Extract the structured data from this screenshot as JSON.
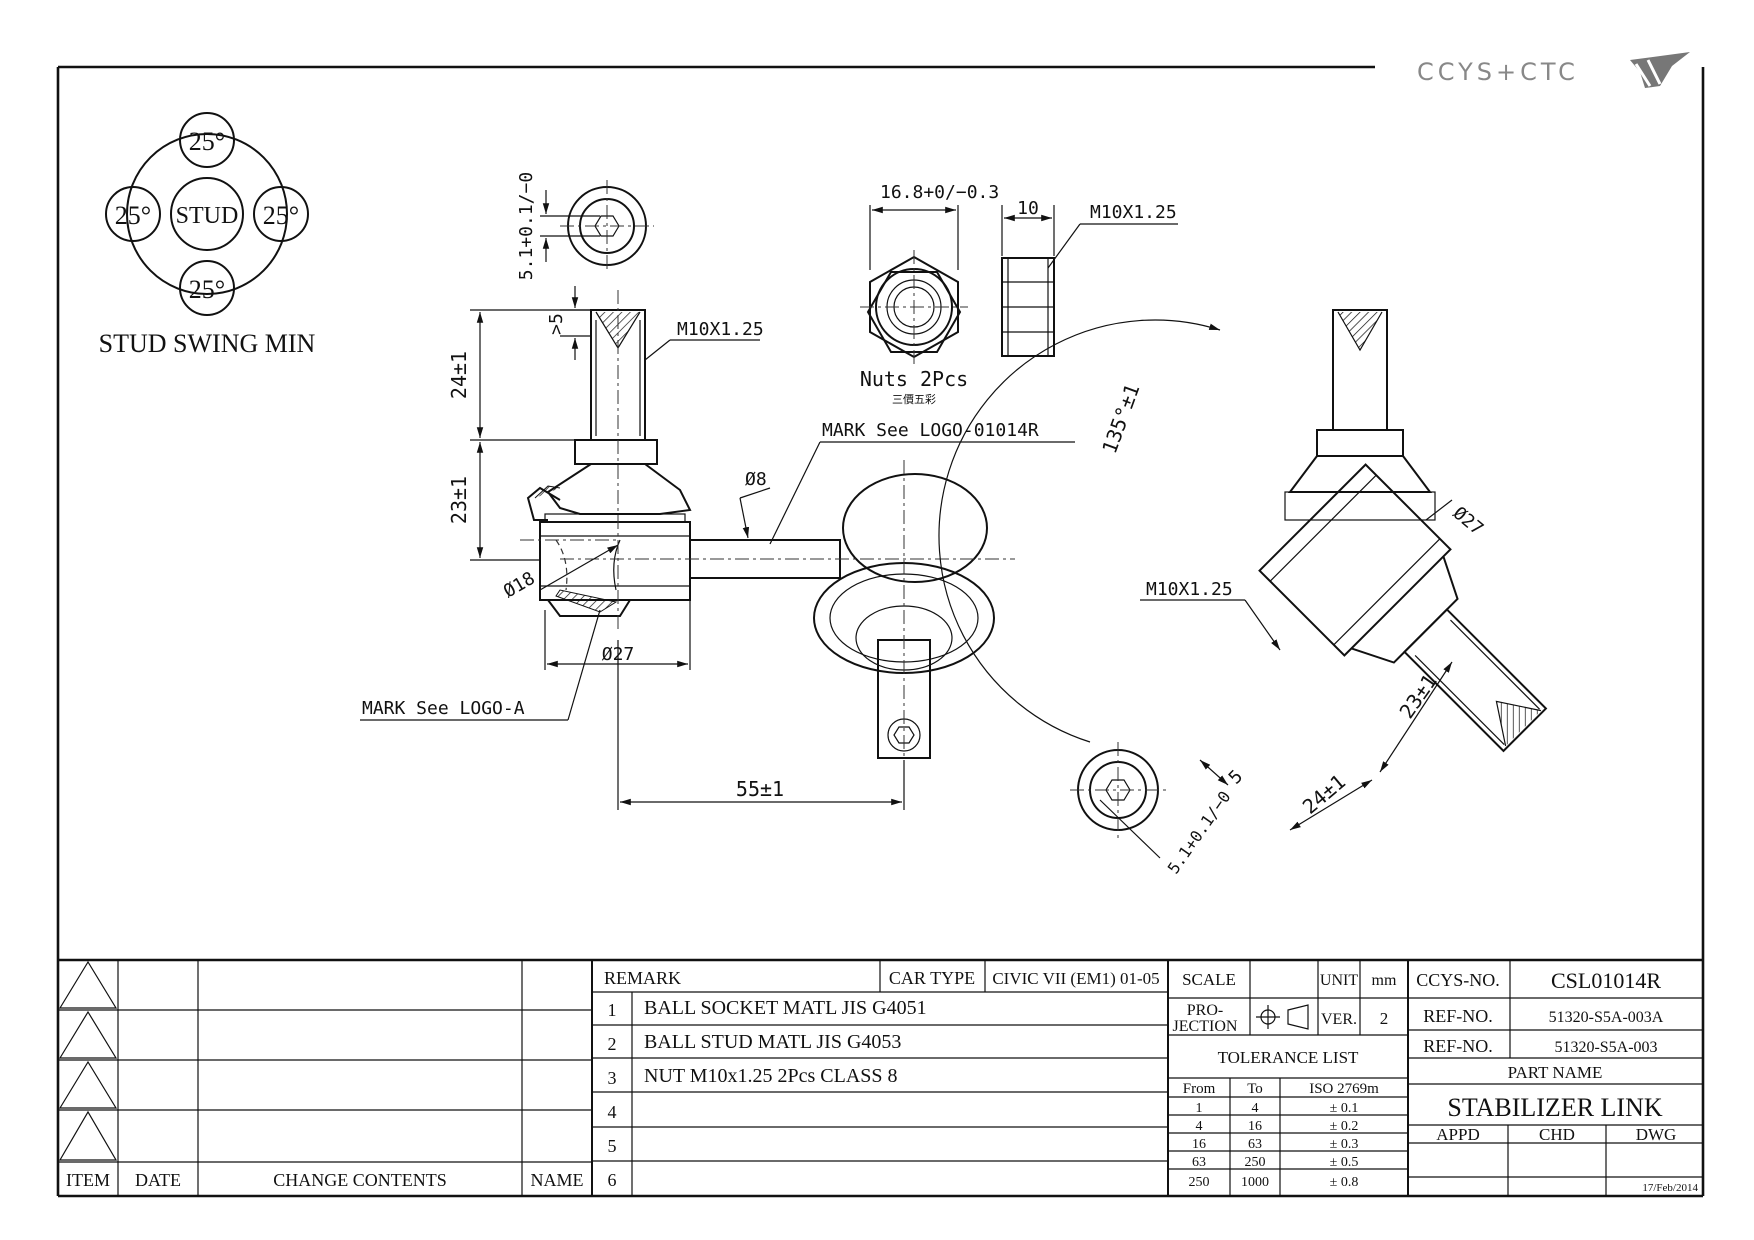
{
  "brand": {
    "logo_text": "CCYS+CTC"
  },
  "swing": {
    "title": "STUD SWING MIN",
    "center_label": "STUD",
    "angles": [
      "25°",
      "25°",
      "25°",
      "25°"
    ]
  },
  "dimensions": {
    "top_view": "5.1+0.1/−0",
    "thread_depth": ">5",
    "stud_length": "24±1",
    "body_height": "23±1",
    "ball_dia": "Ø18",
    "socket_dia": "Ø27",
    "bar_dia": "Ø8",
    "length": "55±1",
    "nut_width": "16.8+0/−0.3",
    "nut_thickness": "10",
    "nut_thread": "M10X1.25",
    "stud_thread": "M10X1.25",
    "angle": "135°±1",
    "rot_socket_dia": "Ø27",
    "rot_thread": "M10X1.25",
    "rot_body": "23±1",
    "rot_stud": "24±1",
    "rot_depth": "5",
    "rot_hex": "5.1+0.1/−0"
  },
  "labels": {
    "nuts": "Nuts 2Pcs",
    "nuts_sub": "三價五彩",
    "mark_logo": "MARK See LOGO-01014R",
    "mark_logo_a": "MARK See LOGO-A"
  },
  "revision_table": {
    "headers": [
      "ITEM",
      "DATE",
      "CHANGE CONTENTS",
      "NAME"
    ]
  },
  "remarks": {
    "header": "REMARK",
    "car_type_label": "CAR TYPE",
    "car_type_value": "CIVIC VII (EM1) 01-05",
    "rows": [
      {
        "no": "1",
        "text": "BALL SOCKET MATL JIS G4051"
      },
      {
        "no": "2",
        "text": "BALL STUD MATL JIS G4053"
      },
      {
        "no": "3",
        "text": "NUT M10x1.25 2Pcs CLASS 8"
      },
      {
        "no": "4",
        "text": ""
      },
      {
        "no": "5",
        "text": ""
      },
      {
        "no": "6",
        "text": ""
      }
    ]
  },
  "spec": {
    "scale_label": "SCALE",
    "scale_value": "",
    "unit_label": "UNIT",
    "unit_value": "mm",
    "projection_label_1": "PRO-",
    "projection_label_2": "JECTION",
    "ver_label": "VER.",
    "ver_value": "2",
    "tolerance_title": "TOLERANCE LIST",
    "tolerance_headers": [
      "From",
      "To",
      "ISO 2769m"
    ],
    "tolerance_rows": [
      {
        "from": "1",
        "to": "4",
        "tol": "± 0.1"
      },
      {
        "from": "4",
        "to": "16",
        "tol": "± 0.2"
      },
      {
        "from": "16",
        "to": "63",
        "tol": "± 0.3"
      },
      {
        "from": "63",
        "to": "250",
        "tol": "± 0.5"
      },
      {
        "from": "250",
        "to": "1000",
        "tol": "± 0.8"
      }
    ]
  },
  "title_block": {
    "ccys_label": "CCYS-NO.",
    "ccys_value": "CSL01014R",
    "ref1_label": "REF-NO.",
    "ref1_value": "51320-S5A-003A",
    "ref2_label": "REF-NO.",
    "ref2_value": "51320-S5A-003",
    "part_name_label": "PART NAME",
    "part_name": "STABILIZER LINK",
    "appd": "APPD",
    "chd": "CHD",
    "dwg": "DWG",
    "date": "17/Feb/2014"
  }
}
